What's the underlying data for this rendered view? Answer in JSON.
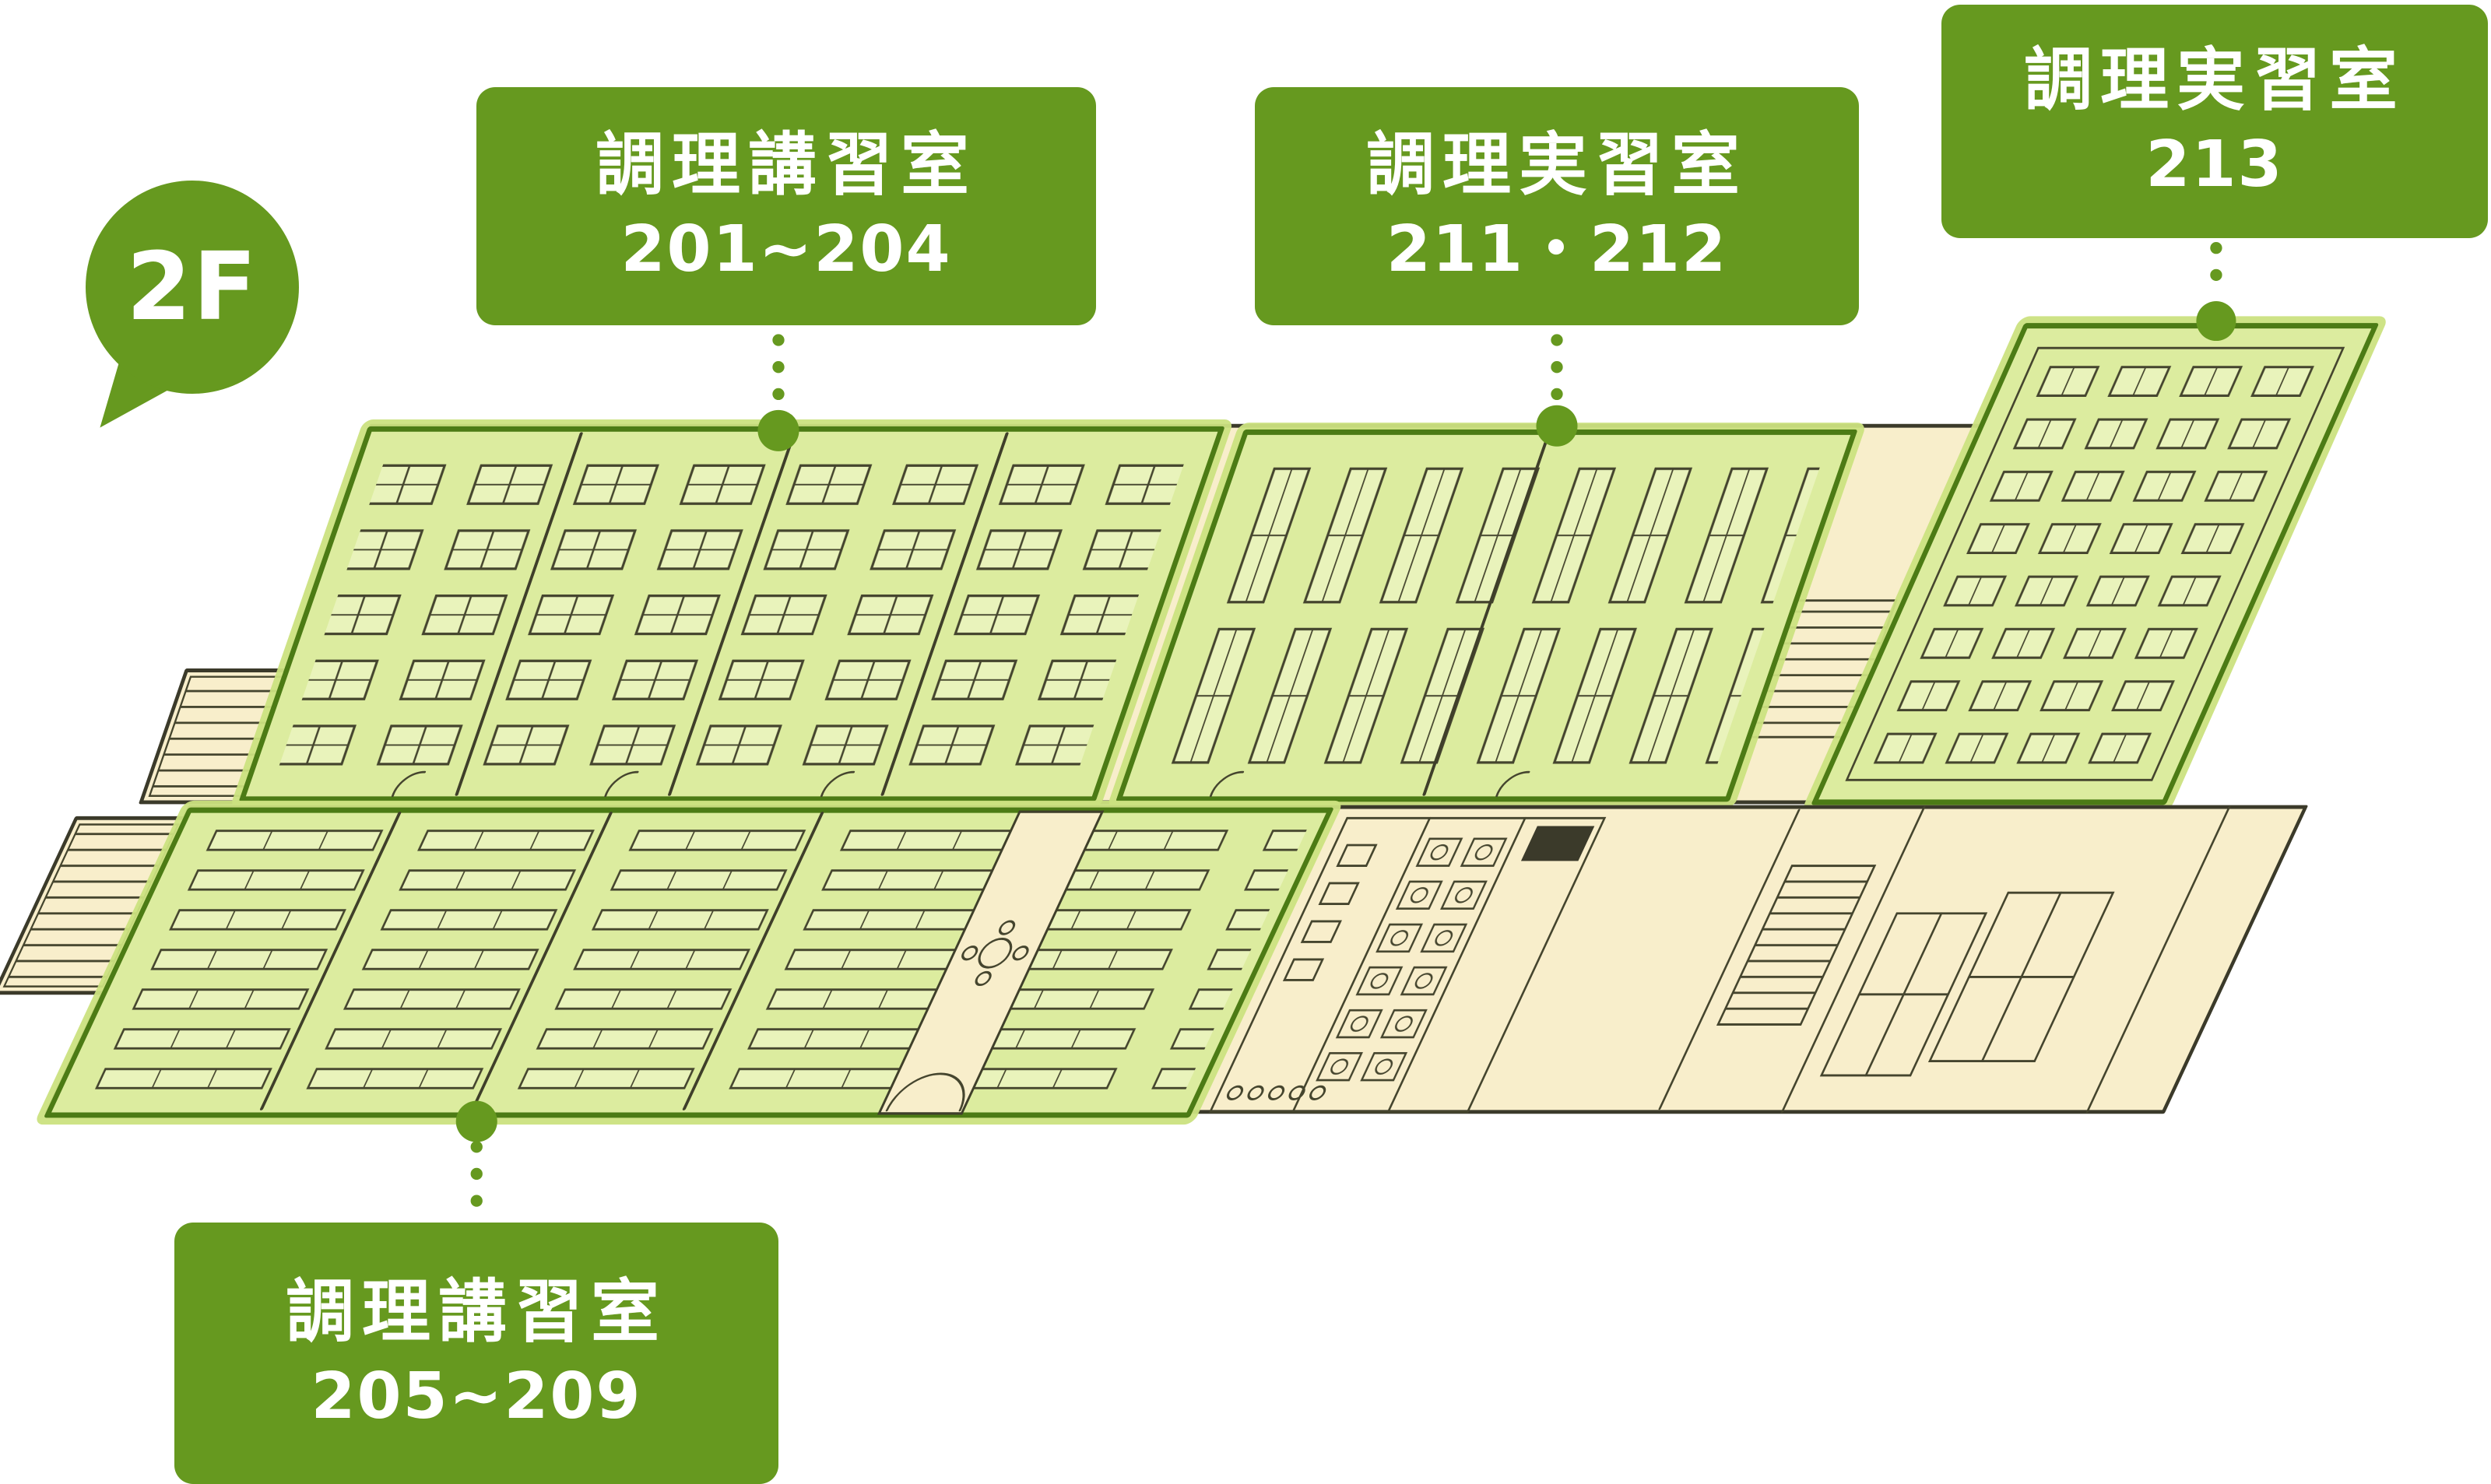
{
  "floor_badge": {
    "label": "2F"
  },
  "room_labels": [
    {
      "title": "調理講習室",
      "number": "201~204"
    },
    {
      "title": "調理実習室",
      "number": "211・212"
    },
    {
      "title": "調理実習室",
      "number": "213"
    },
    {
      "title": "調理講習室",
      "number": "205~209"
    }
  ],
  "colors": {
    "accent_green": "#66991f",
    "room_border_green": "#4c7b15",
    "room_fill_green": "#dcec9f",
    "room_glow_green": "#cbe180",
    "floor_cream": "#f8eecb",
    "sketch_line": "#3f3f2a",
    "label_text": "#ffffff",
    "background": "#ffffff"
  }
}
